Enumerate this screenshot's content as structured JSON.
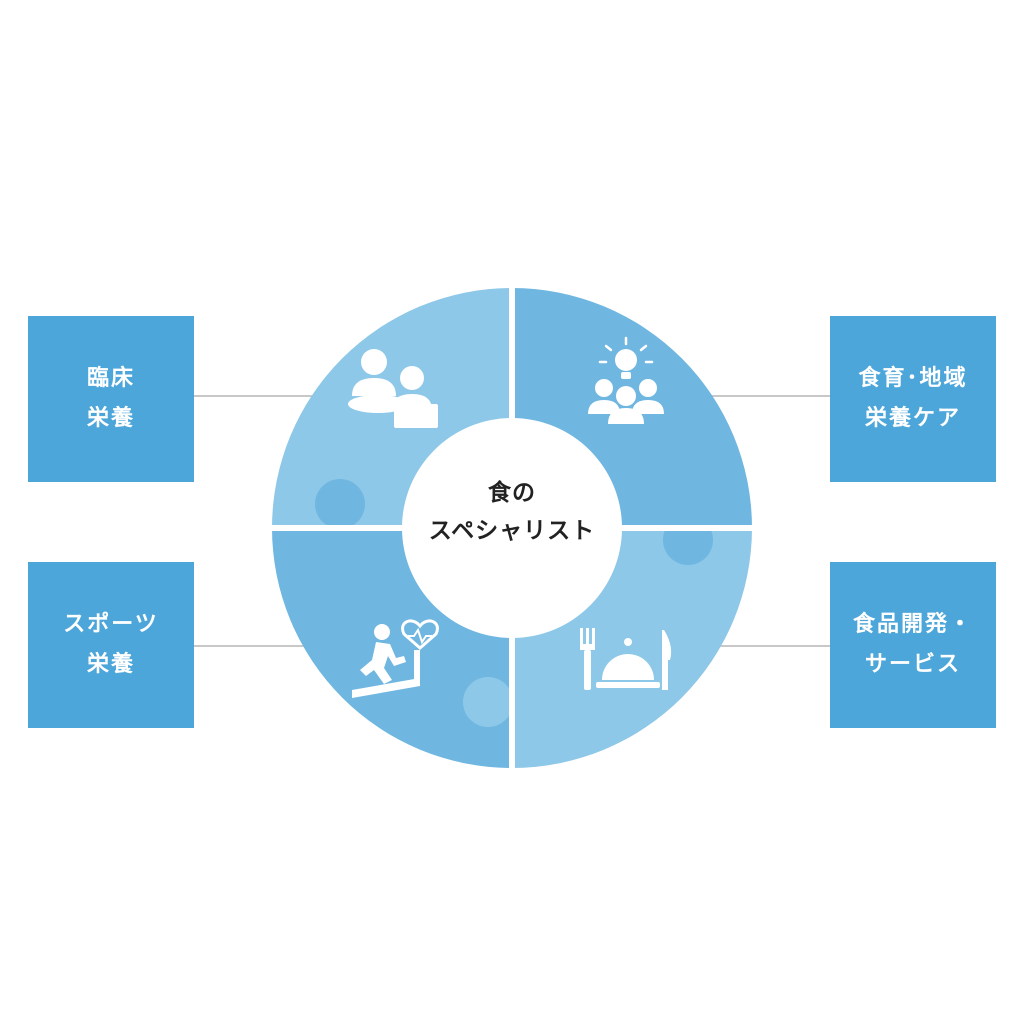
{
  "center": {
    "line1": "食の",
    "line2": "スペシャリスト"
  },
  "categories": [
    {
      "id": "clinical",
      "line1": "臨床",
      "line2": "栄養",
      "icon": "consultation-icon"
    },
    {
      "id": "community",
      "line1": "食育･地域",
      "line2": "栄養ケア",
      "icon": "group-idea-icon"
    },
    {
      "id": "sports",
      "line1": "スポーツ",
      "line2": "栄養",
      "icon": "treadmill-heart-icon"
    },
    {
      "id": "food-dev",
      "line1": "食品開発・",
      "line2": "サービス",
      "icon": "dining-cloche-icon"
    }
  ],
  "colors": {
    "box": "#4da6d9",
    "piece_light": "#8ec8e8",
    "piece_mid": "#6fb6e1",
    "connector": "#b5b5b5",
    "icon": "#ffffff",
    "center_text": "#222222"
  }
}
